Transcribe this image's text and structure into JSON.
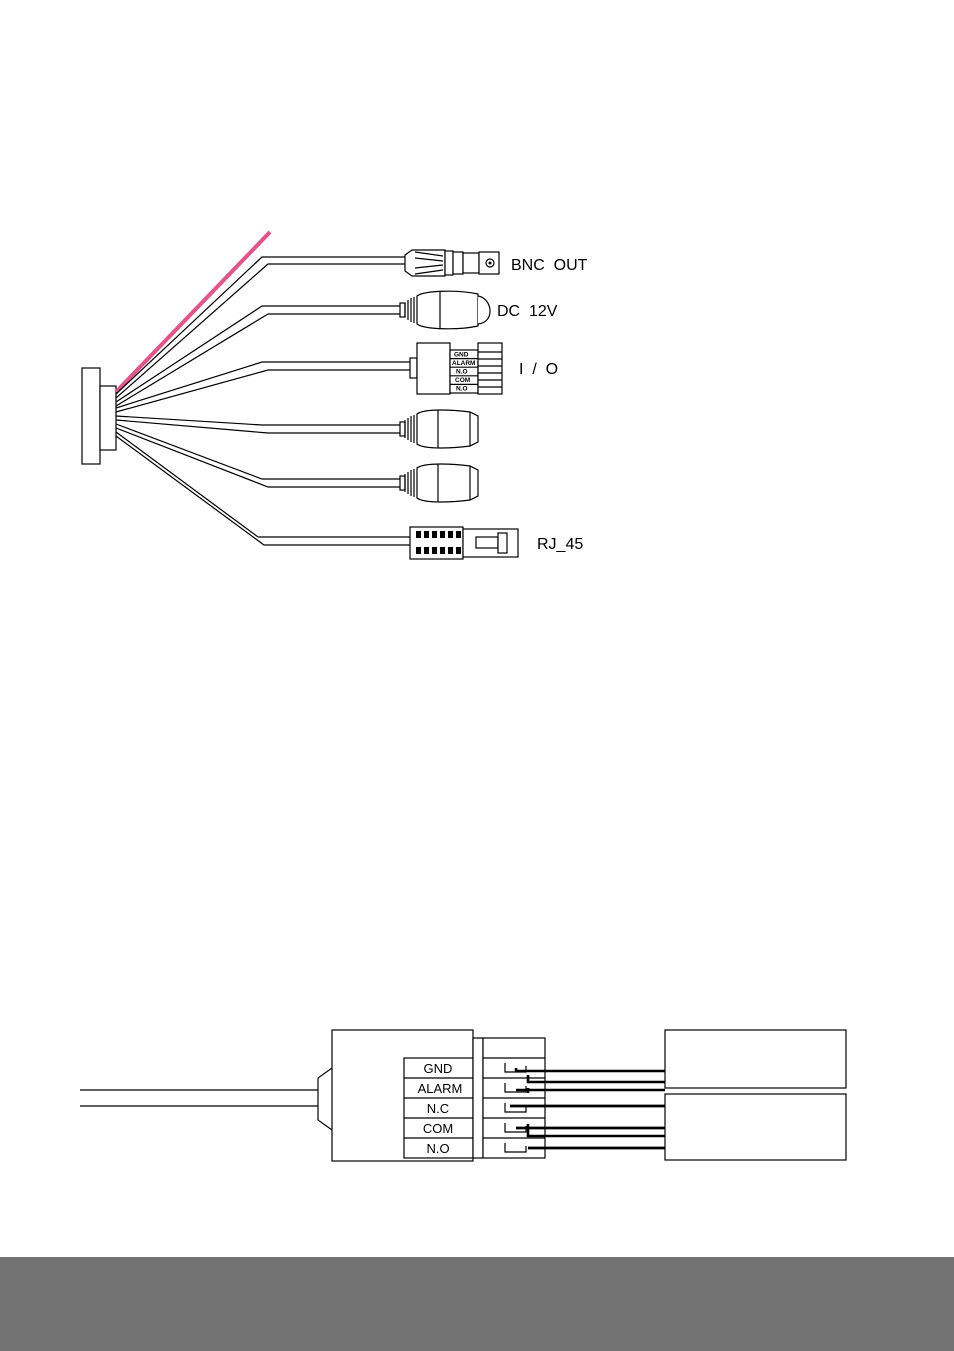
{
  "connectors": {
    "bnc": "BNC  OUT",
    "dc": "DC  12V",
    "io": "I  /  O",
    "rj45": "RJ_45"
  },
  "io_block_small": [
    "GND",
    "ALARM",
    "N.O",
    "COM",
    "N.O"
  ],
  "io_block_large": [
    "GND",
    "ALARM",
    "N.C",
    "COM",
    "N.O"
  ],
  "colors": {
    "highlight_line": "#e8528a",
    "footer": "#737373"
  }
}
